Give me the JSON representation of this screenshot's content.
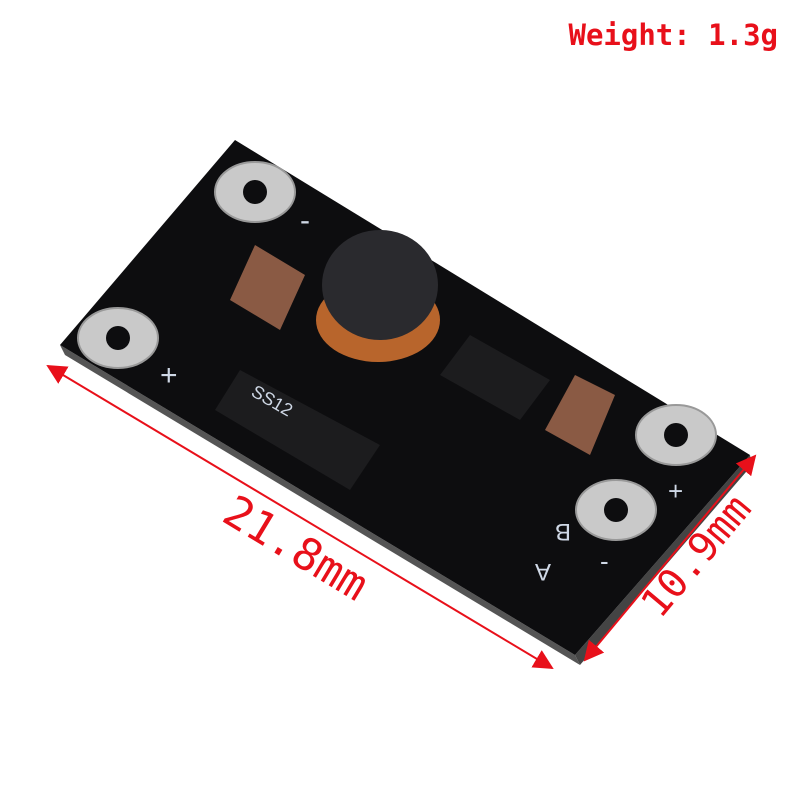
{
  "weight_label": "Weight: 1.3g",
  "dimensions": {
    "length": "21.8mm",
    "width": "10.9mm"
  },
  "board_markings": {
    "diode": "SS12",
    "plus": "+",
    "minus": "-",
    "a": "A",
    "b": "B"
  },
  "colors": {
    "dimension": "#e8101a",
    "board": "#0d0d0f",
    "pad": "#c9c9c9"
  }
}
